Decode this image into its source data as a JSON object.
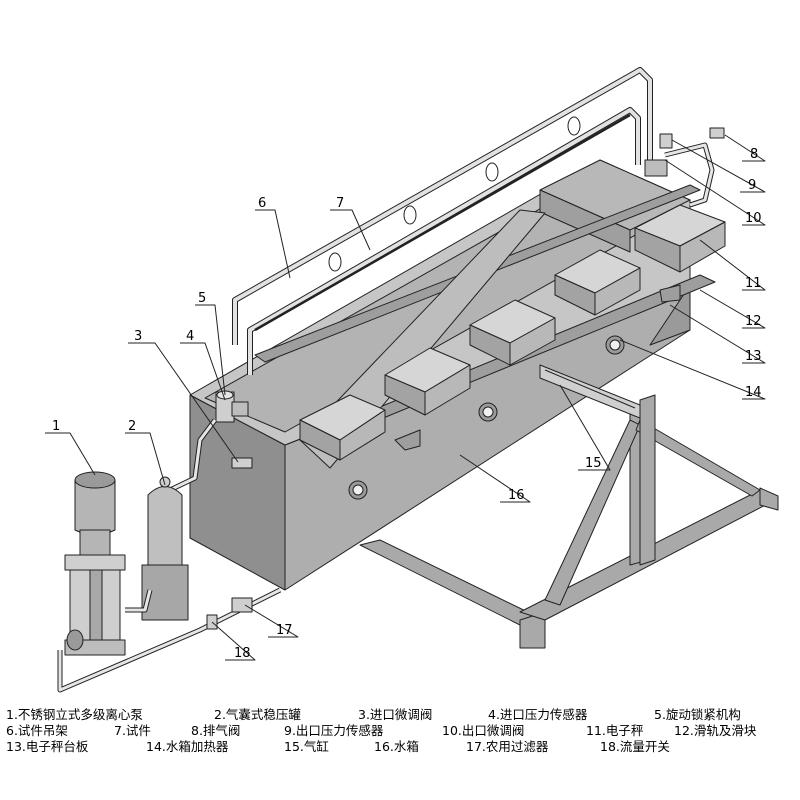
{
  "callouts": [
    {
      "id": "1",
      "label": "1"
    },
    {
      "id": "2",
      "label": "2"
    },
    {
      "id": "3",
      "label": "3"
    },
    {
      "id": "4",
      "label": "4"
    },
    {
      "id": "5",
      "label": "5"
    },
    {
      "id": "6",
      "label": "6"
    },
    {
      "id": "7",
      "label": "7"
    },
    {
      "id": "8",
      "label": "8"
    },
    {
      "id": "9",
      "label": "9"
    },
    {
      "id": "10",
      "label": "10"
    },
    {
      "id": "11",
      "label": "11"
    },
    {
      "id": "12",
      "label": "12"
    },
    {
      "id": "13",
      "label": "13"
    },
    {
      "id": "14",
      "label": "14"
    },
    {
      "id": "15",
      "label": "15"
    },
    {
      "id": "16",
      "label": "16"
    },
    {
      "id": "17",
      "label": "17"
    },
    {
      "id": "18",
      "label": "18"
    }
  ],
  "legend": [
    "1.不锈钢立式多级离心泵",
    "2.气囊式稳压罐",
    "3.进口微调阀",
    "4.进口压力传感器",
    "5.旋动锁紧机构",
    "6.试件吊架",
    "7.试件",
    "8.排气阀",
    "9.出口压力传感器",
    "10.出口微调阀",
    "11.电子秤",
    "12.滑轨及滑块",
    "13.电子秤台板",
    "14.水箱加热器",
    "15.气缸",
    "16.水箱",
    "17.农用过滤器",
    "18.流量开关"
  ],
  "colors": {
    "tank_front": "#aeaeae",
    "tank_side": "#8f8f8f",
    "tank_top": "#c8c8c8",
    "line": "#222222",
    "frame": "#a9a9a9",
    "pipe": "#d8d8d8"
  }
}
